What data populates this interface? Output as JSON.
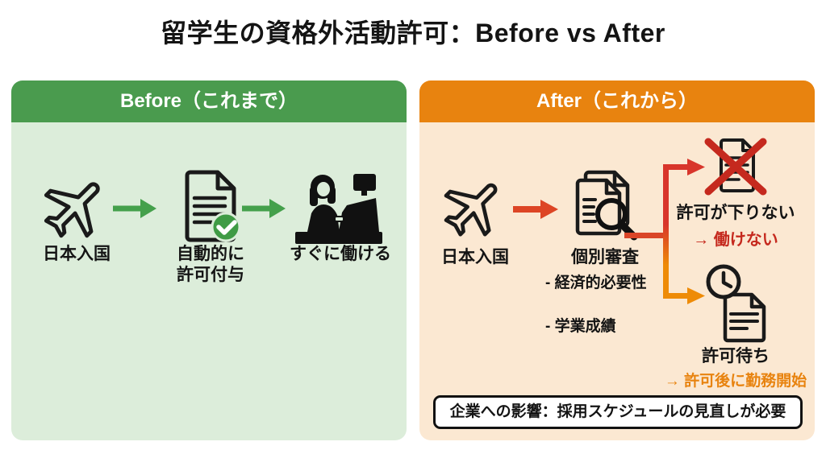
{
  "title": "留学生の資格外活動許可：Before vs After",
  "before": {
    "header": "Before（これまで）",
    "steps": [
      {
        "icon": "airplane-icon",
        "label": "日本入国"
      },
      {
        "icon": "document-check-icon",
        "label": "自動的に\n許可付与"
      },
      {
        "icon": "cashier-counter-icon",
        "label": "すぐに働ける"
      }
    ]
  },
  "after": {
    "header": "After（これから）",
    "steps": [
      {
        "icon": "airplane-icon",
        "label": "日本入国"
      },
      {
        "icon": "document-magnifier-icon",
        "label": "個別審査",
        "criteria": [
          "- 経済的必要性",
          "- 学業成績"
        ]
      }
    ],
    "outcomes": [
      {
        "icon": "denied-document-icon",
        "label": "許可が下りない",
        "consequence": "→ 働けない"
      },
      {
        "icon": "clock-document-icon",
        "label": "許可待ち",
        "consequence": "→ 許可後に勤務開始"
      }
    ],
    "note": "企業への影響：採用スケジュールの見直しが必要"
  },
  "colors": {
    "before_header": "#4a9b4e",
    "before_bg": "#dcedda",
    "before_arrow": "#44a04b",
    "after_header": "#e8830f",
    "after_bg": "#fbe8d2",
    "after_arrow": "#dd4525",
    "branch_top": "#d8352b",
    "branch_bottom": "#ee8b07",
    "denied_text": "#c5291e",
    "waiting_text": "#e8830f",
    "x_mark": "#c5291e",
    "icon_stroke": "#1a1a1a"
  }
}
